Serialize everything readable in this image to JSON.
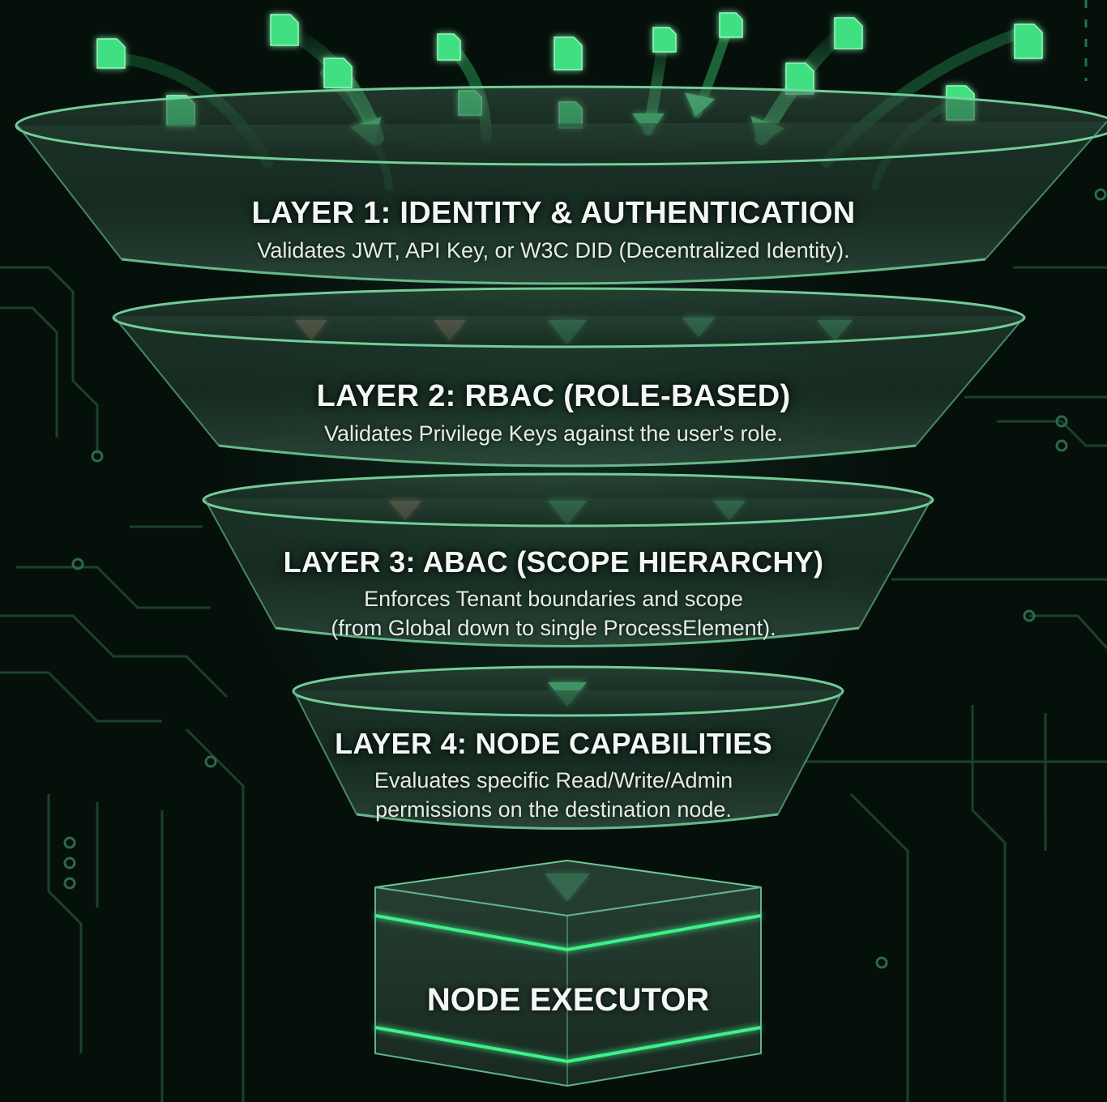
{
  "colors": {
    "accent": "#39e07a",
    "accent_soft": "#7ef0a8",
    "denied": "#e08d7a",
    "background": "#07110c"
  },
  "layers": [
    {
      "title": "LAYER 1: IDENTITY & AUTHENTICATION",
      "description": "Validates JWT, API Key, or W3C DID (Decentralized Identity)."
    },
    {
      "title": "LAYER 2: RBAC (ROLE-BASED)",
      "description": "Validates Privilege Keys against the user's role."
    },
    {
      "title": "LAYER 3: ABAC (SCOPE HIERARCHY)",
      "description_lines": [
        "Enforces Tenant boundaries and scope",
        "(from Global down to single ProcessElement)."
      ]
    },
    {
      "title": "LAYER 4: NODE CAPABILITIES",
      "description_lines": [
        "Evaluates specific Read/Write/Admin",
        "permissions on the destination node."
      ]
    }
  ],
  "executor": {
    "label": "NODE EXECUTOR"
  },
  "icons": {
    "incoming_item": "document-icon",
    "flow": "arrow-down-icon",
    "rejected_flow": "rejected-arrow-icon"
  }
}
